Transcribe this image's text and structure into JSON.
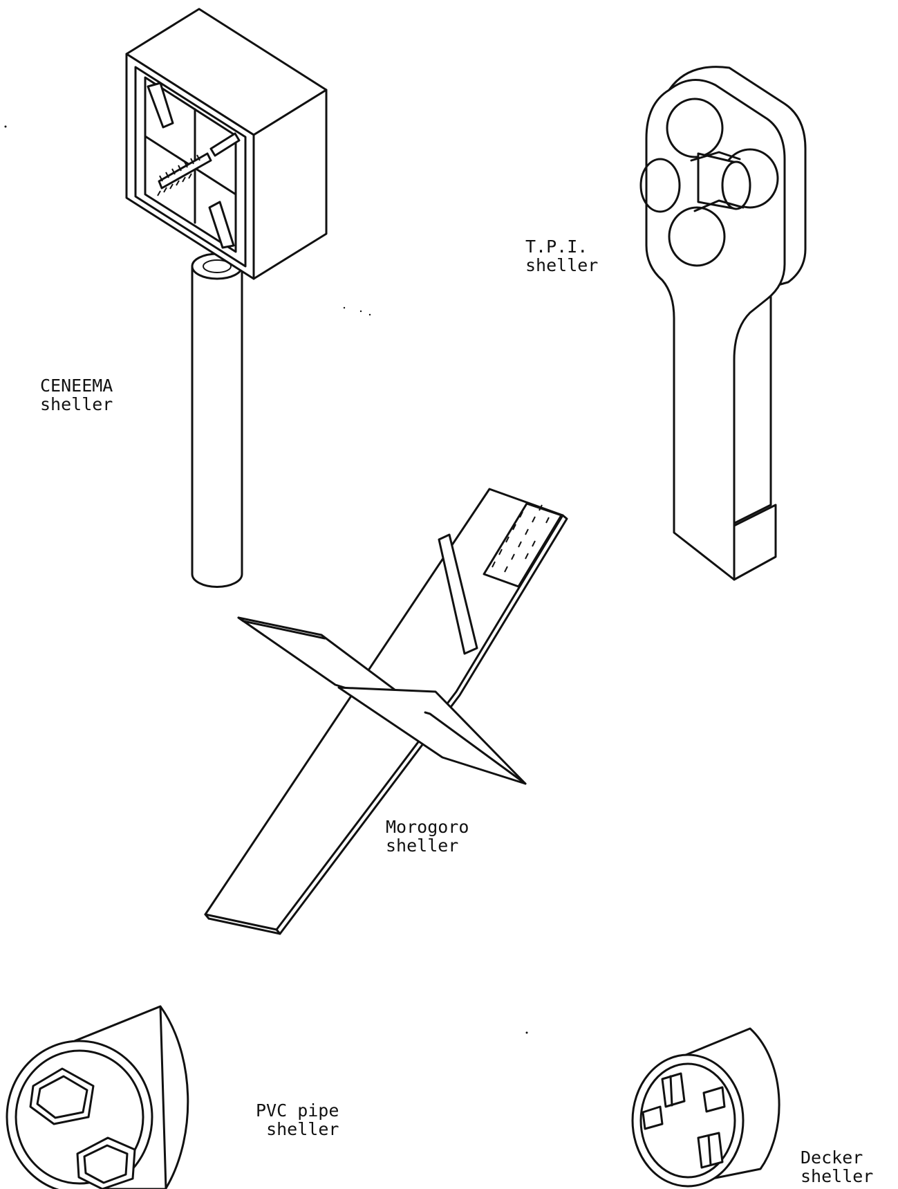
{
  "labels": {
    "ceneema": [
      "CENEEMA",
      "sheller"
    ],
    "tpi": [
      "T.P.I.",
      "sheller"
    ],
    "morogoro": [
      "Morogoro",
      "sheller"
    ],
    "pvc": [
      "PVC pipe",
      "sheller"
    ],
    "decker": [
      "Decker",
      "sheller"
    ]
  }
}
